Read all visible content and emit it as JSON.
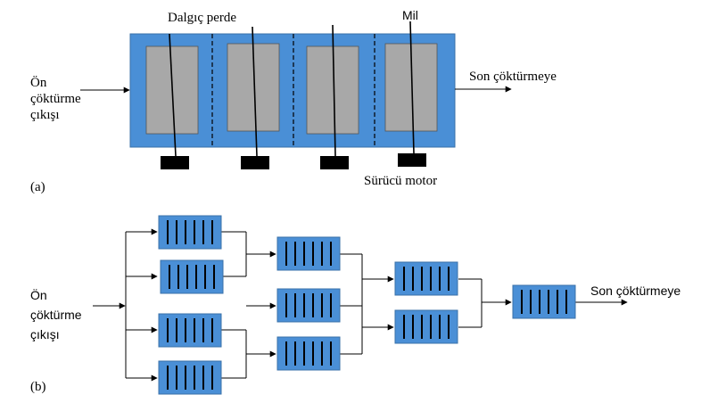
{
  "panel_a": {
    "label": "(a)",
    "input_label": [
      "Ön",
      "çöktürme",
      "çıkışı"
    ],
    "output_label": "Son çöktürmeye",
    "baffle_label": "Dalgıç perde",
    "shaft_label": "Mil",
    "motor_label": "Sürücü motor",
    "colors": {
      "tank": "#4a8fd6",
      "paddle": "#a8a8a8",
      "motor": "#000000"
    }
  },
  "panel_b": {
    "label": "(b)",
    "input_label": [
      "Ön",
      "çöktürme",
      "çıkışı"
    ],
    "output_label": "Son çöktürmeye",
    "stages": [
      4,
      3,
      2,
      1
    ],
    "colors": {
      "unit": "#4a8fd6"
    }
  }
}
